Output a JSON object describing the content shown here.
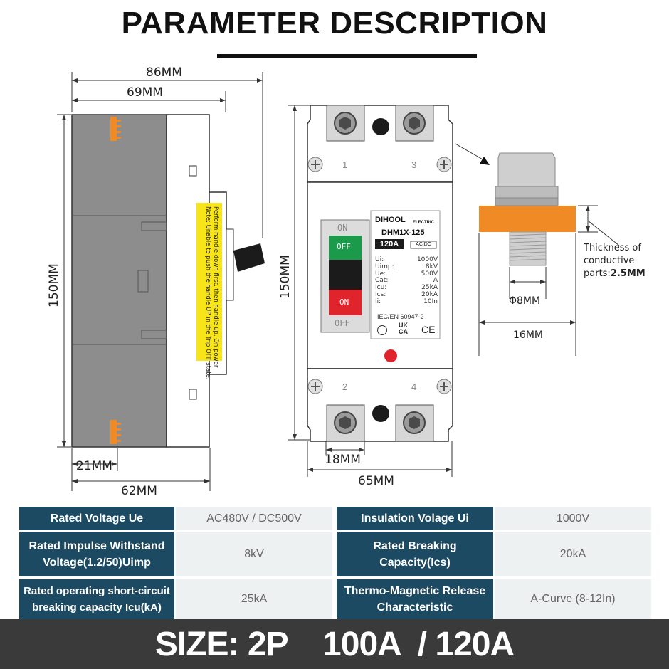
{
  "title": "PARAMETER DESCRIPTION",
  "side_view": {
    "dim_86": "86MM",
    "dim_69": "69MM",
    "dim_150": "150MM",
    "dim_21": "21MM",
    "dim_62": "62MM",
    "note_line1": "Note: Unable to push the handle UP in the Trip OFF state.",
    "note_line2": "Perform handle down first, then handle up. On power"
  },
  "front_view": {
    "dim_150": "150MM",
    "dim_18": "18MM",
    "dim_65": "65MM",
    "terminal_1": "1",
    "terminal_2": "2",
    "terminal_3": "3",
    "terminal_4": "4",
    "switch_on_top": "ON",
    "switch_off_btn": "OFF",
    "switch_on_btn": "ON",
    "switch_off_bottom": "OFF",
    "brand": "DIHOOL",
    "brand_sub": "ELECTRIC",
    "model": "DHM1X-125",
    "rating": "120A",
    "acdc": "AC|DC",
    "specs": [
      {
        "k": "Ui:",
        "v": "1000V"
      },
      {
        "k": "Uimp:",
        "v": "8kV"
      },
      {
        "k": "Ue:",
        "v": "500V"
      },
      {
        "k": "Cat:",
        "v": "A"
      },
      {
        "k": "Icu:",
        "v": "25kA"
      },
      {
        "k": "Ics:",
        "v": "20kA"
      },
      {
        "k": "Ii:",
        "v": "10In"
      }
    ],
    "standard": "IEC/EN 60947-2",
    "mark_ukca_1": "UK",
    "mark_ukca_2": "CA",
    "mark_ce": "CE"
  },
  "terminal_detail": {
    "thickness_line1": "Thickness of",
    "thickness_line2": "conductive",
    "thickness_line3_prefix": "parts:",
    "thickness_value": "2.5MM",
    "dim_phi8": "Φ8MM",
    "dim_16": "16MM"
  },
  "table": {
    "rows": [
      {
        "h1": "Rated Voltage Ue",
        "v1": "AC480V / DC500V",
        "h2": "Insulation Volage Ui",
        "v2": "1000V"
      },
      {
        "h1": "Rated Impulse Withstand Voltage(1.2/50)Uimp",
        "v1": "8kV",
        "h2": "Rated Breaking Capacity(Ics)",
        "v2": "20kA"
      },
      {
        "h1": "Rated operating short-circuit breaking capacity Icu(kA)",
        "v1": "25kA",
        "h2": "Thermo-Magnetic Release Characteristic",
        "v2": "A-Curve (8-12In)"
      }
    ]
  },
  "bottom_banner": "SIZE: 2P    100A  / 120A",
  "colors": {
    "header_cell": "#1d4a63",
    "value_cell": "#eef1f2",
    "banner": "#3a3a3a",
    "orange": "#f08a24",
    "off_green": "#1a9a4a",
    "on_red": "#e0242c",
    "note_yellow": "#f7e51a"
  }
}
